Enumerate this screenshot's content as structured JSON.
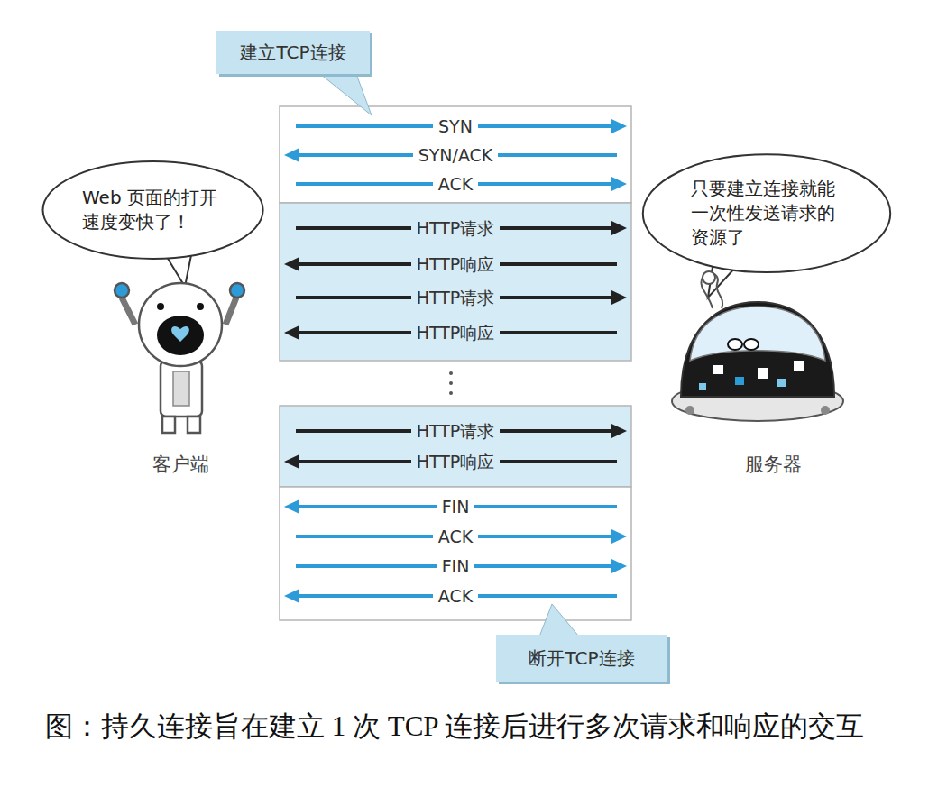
{
  "diagram": {
    "caption": "图：持久连接旨在建立 1 次 TCP 连接后进行多次请求和响应的交互",
    "nodes": [
      {
        "text": [
          "建立TCP连接"
        ]
      },
      {
        "text": [
          "Web 页面的打开 速度变快了！"
        ]
      },
      {
        "text": [
          "只要建立连接就能 一次性发送请求的 资源了"
        ]
      },
      {
        "text": [
          "断开TCP连接"
        ]
      }
    ],
    "labels": [
      "SYN",
      "SYN/ACK",
      "ACK",
      "HTTP请求",
      "HTTP响应",
      "HTTP请求",
      "HTTP响应",
      "HTTP请求",
      "HTTP响应",
      "FIN",
      "ACK",
      "FIN",
      "ACK",
      "客户端",
      "服务器"
    ]
  }
}
